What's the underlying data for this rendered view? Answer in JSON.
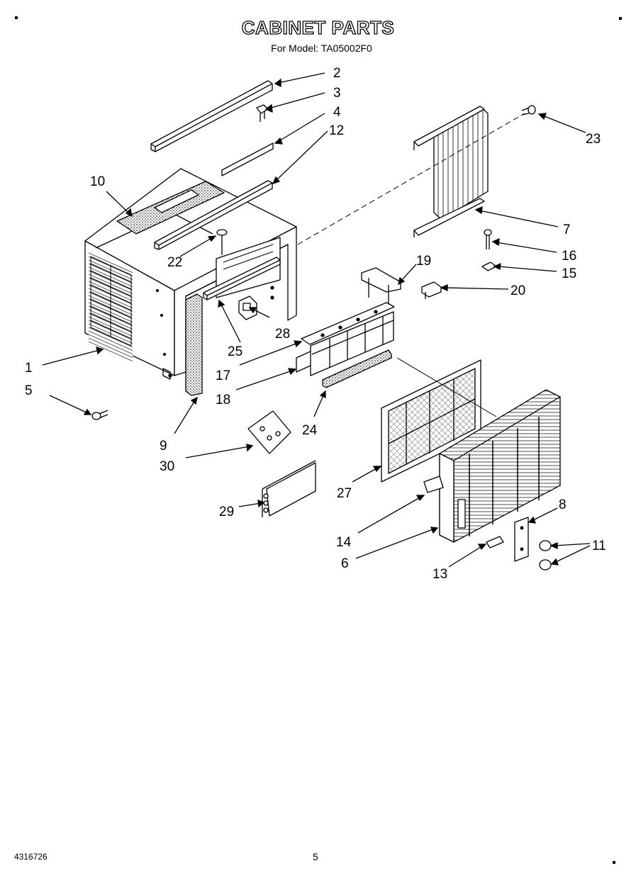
{
  "header": {
    "title": "CABINET PARTS",
    "subtitle": "For Model: TA05002F0"
  },
  "footer": {
    "doc_number": "4316726",
    "page_number": "5"
  },
  "callouts": [
    "1",
    "2",
    "3",
    "4",
    "5",
    "6",
    "7",
    "8",
    "9",
    "10",
    "11",
    "12",
    "13",
    "14",
    "15",
    "16",
    "17",
    "18",
    "19",
    "20",
    "22",
    "23",
    "24",
    "25",
    "27",
    "28",
    "29",
    "30"
  ]
}
